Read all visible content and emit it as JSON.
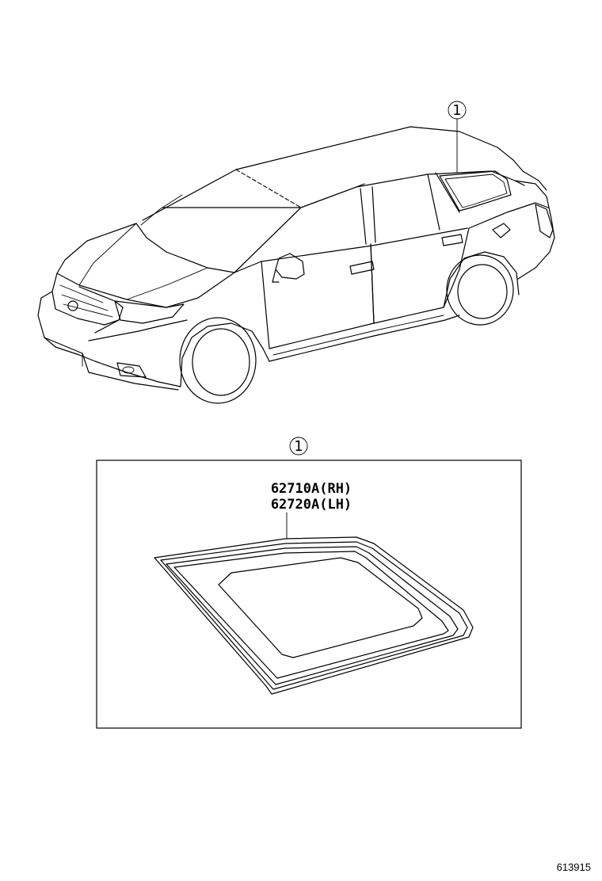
{
  "diagram": {
    "car_callout": "1",
    "detail_callout": "1",
    "part_numbers": [
      "62710A(RH)",
      "62720A(LH)"
    ],
    "figure_id": "613915"
  }
}
